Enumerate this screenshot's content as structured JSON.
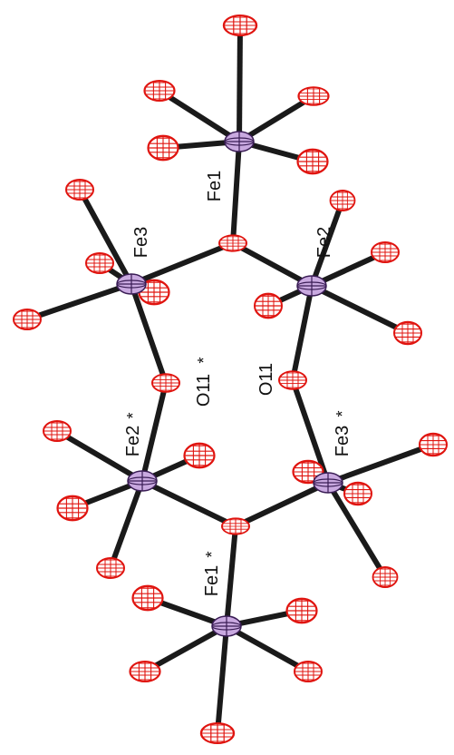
{
  "labels": {
    "fe1": "Fe1",
    "fe2": "Fe2",
    "fe3": "Fe3",
    "fe1s": "Fe1",
    "fe2s": "Fe2",
    "fe3s": "Fe3",
    "o11": "O11",
    "o11s": "O11",
    "star": "*"
  },
  "colors": {
    "oxygen": "#e0140f",
    "iron": "#c9a9e0",
    "bond": "#1a1a1a"
  }
}
